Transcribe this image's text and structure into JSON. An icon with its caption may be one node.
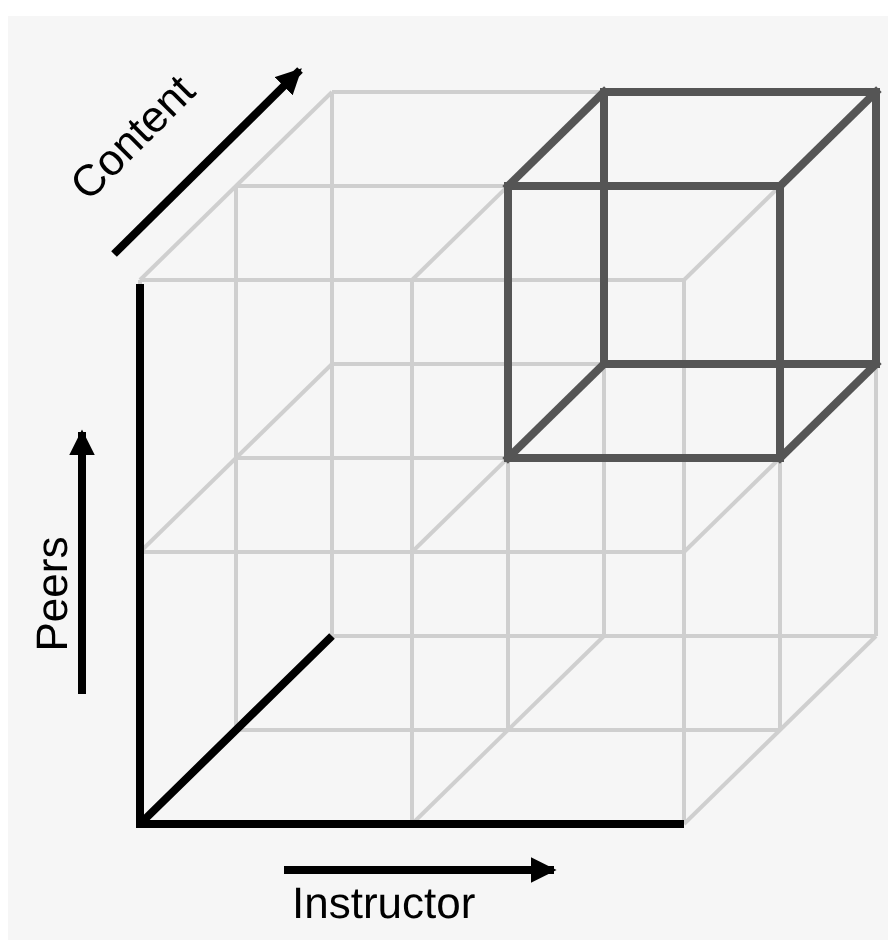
{
  "diagram": {
    "labels": [
      "Content",
      "Peers",
      "Instructor"
    ]
  }
}
